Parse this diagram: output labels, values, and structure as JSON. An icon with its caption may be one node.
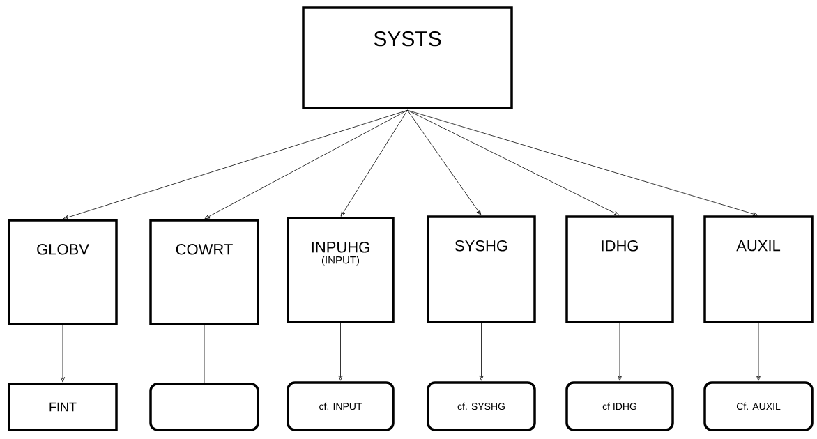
{
  "diagram": {
    "nodes": [
      {
        "text": [
          "SYSTS"
        ]
      },
      {
        "text": [
          "GLOBV"
        ]
      },
      {
        "text": [
          "COWRT"
        ]
      },
      {
        "text": [
          "INPUHG",
          "(INPUT)"
        ]
      },
      {
        "text": [
          "SYSHG"
        ]
      },
      {
        "text": [
          "IDHG"
        ]
      },
      {
        "text": [
          "AUXIL"
        ]
      },
      {
        "text": [
          "FINT"
        ]
      },
      {
        "text": [],
        "shape": "box"
      },
      {
        "text": [
          "cf. INPUT"
        ]
      },
      {
        "text": [
          "cf. SYSHG"
        ]
      },
      {
        "text": [
          "cf IDHG"
        ]
      },
      {
        "text": [
          "Cf. AUXIL"
        ]
      }
    ],
    "edges": [
      {
        "from": 0,
        "to": 1,
        "arrow": "to"
      },
      {
        "from": 0,
        "to": 2,
        "arrow": "to"
      },
      {
        "from": 0,
        "to": 3,
        "arrow": "to"
      },
      {
        "from": 0,
        "to": 4,
        "arrow": "to"
      },
      {
        "from": 0,
        "to": 5,
        "arrow": "to"
      },
      {
        "from": 0,
        "to": 6,
        "arrow": "to"
      },
      {
        "from": 1,
        "to": 7,
        "arrow": "to"
      },
      {
        "from": 2,
        "to": 8,
        "arrow": "none"
      },
      {
        "from": 3,
        "to": 9,
        "arrow": "to"
      },
      {
        "from": 4,
        "to": 10,
        "arrow": "to"
      },
      {
        "from": 5,
        "to": 11,
        "arrow": "to"
      },
      {
        "from": 6,
        "to": 12,
        "arrow": "to"
      }
    ]
  }
}
